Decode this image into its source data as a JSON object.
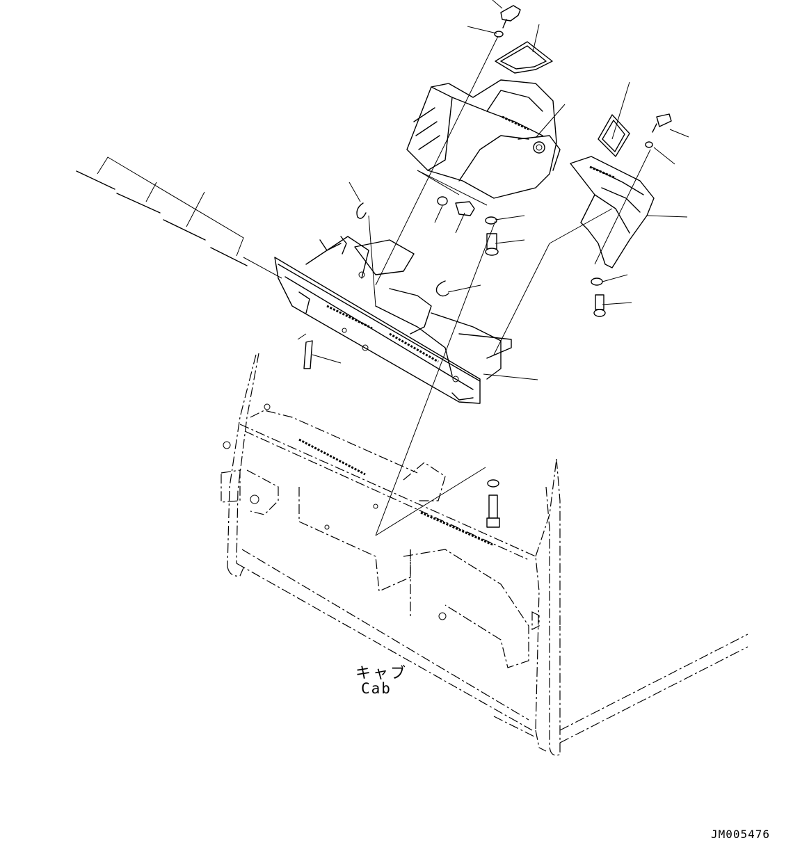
{
  "labels": {
    "cab_jp": "キャブ",
    "cab_en": "Cab",
    "drawing_code": "JM005476"
  }
}
